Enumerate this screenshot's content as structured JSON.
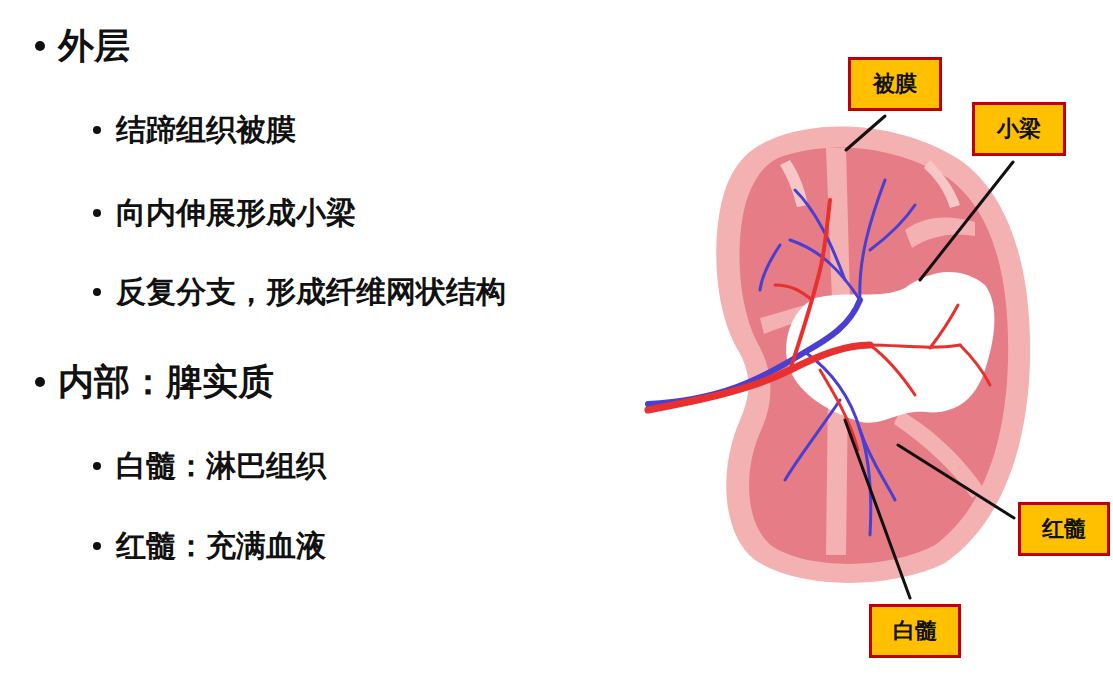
{
  "diagram": {
    "nodes": [
      {
        "text": [
          "被膜"
        ]
      },
      {
        "text": [
          "小梁"
        ]
      },
      {
        "text": [
          "红髓"
        ]
      },
      {
        "text": [
          "白髓"
        ]
      }
    ],
    "labels": [
      "外层",
      "结蹄组织被膜",
      "向内伸展形成小梁",
      "反复分支，形成纤维网状结构",
      "内部：脾实质",
      "白髓：淋巴组织",
      "红髓：充满血液"
    ]
  }
}
